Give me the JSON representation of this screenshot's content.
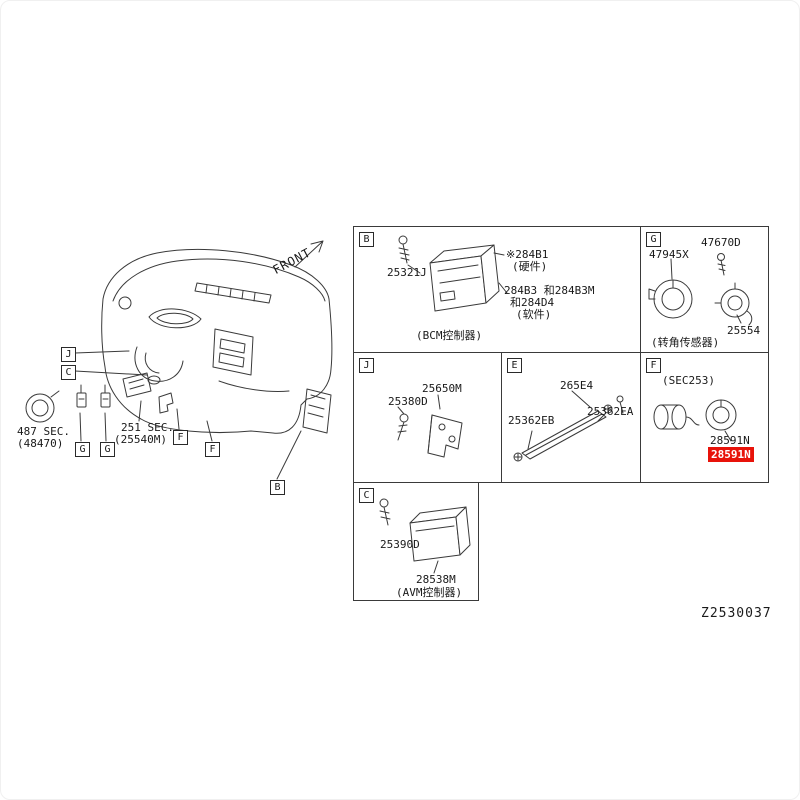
{
  "figure": {
    "code": "Z2530037"
  },
  "illustration": {
    "front_label": "FRONT",
    "labels": {
      "sec487_l1": "487 SEC.",
      "sec487_l2": "(48470)",
      "sec251_l1": "251 SEC.",
      "sec251_l2": "(25540M)"
    },
    "callouts": {
      "j": "J",
      "c": "C",
      "g1": "G",
      "g2": "G",
      "f1": "F",
      "f2": "F",
      "b": "B"
    }
  },
  "grid": {
    "cell_b": {
      "letter": "B",
      "part_25321j": "25321J",
      "part_284b1": "※284B1",
      "part_284b1_note": "(硬件)",
      "part_284b3_l1": "284B3 和284B3M",
      "part_284b3_l2": "和284D4",
      "part_284b3_note": "(软件)",
      "caption": "(BCM控制器)"
    },
    "cell_g": {
      "letter": "G",
      "part_47945x": "47945X",
      "part_47670d": "47670D",
      "part_25554": "25554",
      "caption": "(转角传感器)"
    },
    "cell_j": {
      "letter": "J",
      "part_25380d": "25380D",
      "part_25650m": "25650M"
    },
    "cell_e": {
      "letter": "E",
      "part_265e4": "265E4",
      "part_25362eb": "25362EB",
      "part_25362ea": "25362EA"
    },
    "cell_f": {
      "letter": "F",
      "sec_note": "(SEC253)",
      "part_28591n": "28591N",
      "part_28591n_highlight": "28591N"
    },
    "cell_c": {
      "letter": "C",
      "part_25390d": "25390D",
      "part_28538m": "28538M",
      "caption": "(AVM控制器)"
    }
  },
  "colors": {
    "highlight_bg": "#e8130a",
    "highlight_text": "#ffffff",
    "line": "#3a3a3a"
  }
}
